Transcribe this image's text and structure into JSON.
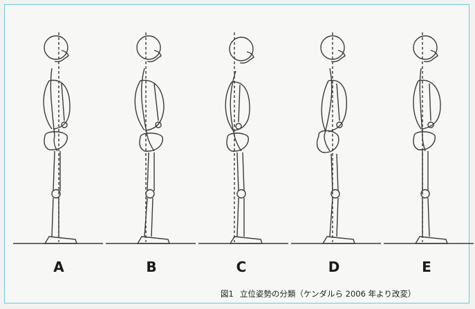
{
  "figure": {
    "postures": [
      {
        "label": "A",
        "icon": "skeleton-icon"
      },
      {
        "label": "B",
        "icon": "skeleton-icon"
      },
      {
        "label": "C",
        "icon": "skeleton-icon"
      },
      {
        "label": "D",
        "icon": "skeleton-icon"
      },
      {
        "label": "E",
        "icon": "skeleton-icon"
      }
    ],
    "caption": {
      "number": "図1",
      "text": "立位姿勢の分類（ケンダルら 2006 年より改変）"
    },
    "colors": {
      "border": "#6ec6e0",
      "line": "#3a3a3a",
      "background": "#f7f7f5"
    }
  }
}
